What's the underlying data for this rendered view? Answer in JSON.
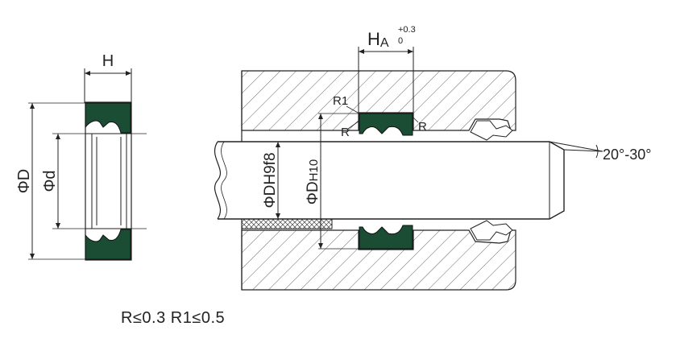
{
  "small_view": {
    "h_label": "H",
    "d_outer_label": "ΦD",
    "d_inner_label": "Φd"
  },
  "main_view": {
    "ha_base": "H",
    "ha_sub": "A",
    "tol_upper": "+0.3",
    "tol_lower": "0",
    "r1_label": "R1",
    "r_left_label": "R",
    "r_right_label": "R",
    "rod_dia_label": "ΦDH9f8",
    "bore_dia_base": "ΦD",
    "bore_dia_sub": "H10",
    "chamfer_angle": "20°-30°"
  },
  "notes": {
    "radius_note": "R≤0.3  R1≤0.5"
  },
  "colors": {
    "seal_fill": "#1b4d35",
    "line": "#222222",
    "hatch": "#555555"
  }
}
